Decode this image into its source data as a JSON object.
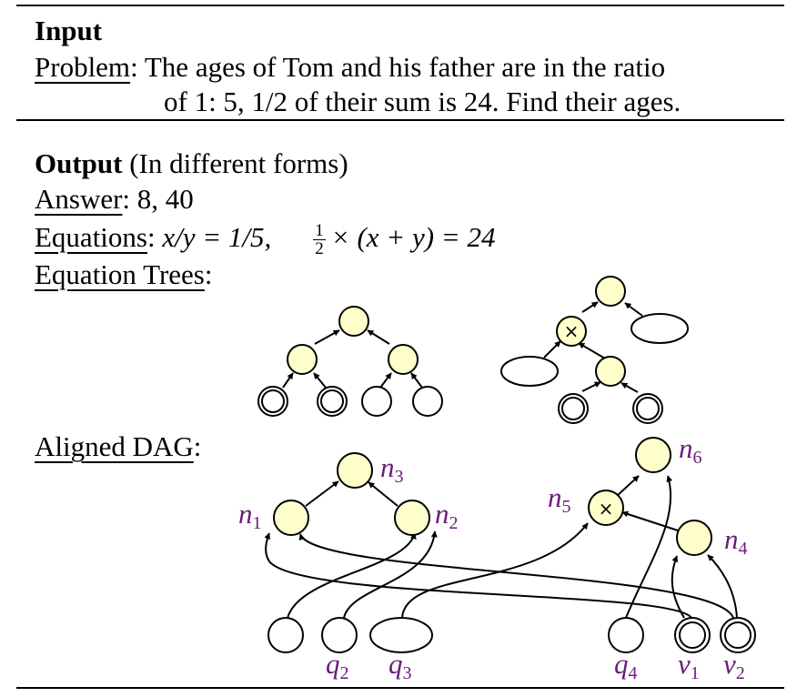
{
  "input": {
    "heading": "Input",
    "problem_label": "Problem",
    "problem_line1": "The ages of Tom and his father are in the ratio",
    "problem_line2": "of 1: 5, 1/2 of their sum is 24. Find their ages."
  },
  "output": {
    "heading": "Output",
    "heading_note": "(In different forms)",
    "answer_label": "Answer",
    "answer_value": "8, 40",
    "equations_label": "Equations",
    "eq1": "x/y = 1/5,",
    "eq2_num": "1",
    "eq2_den": "2",
    "eq2_rest": "× (x + y) = 24",
    "trees_label": "Equation Trees",
    "dag_label": "Aligned DAG"
  },
  "dag": {
    "n1": "n",
    "n1_sub": "1",
    "n2": "n",
    "n2_sub": "2",
    "n3": "n",
    "n3_sub": "3",
    "n4": "n",
    "n4_sub": "4",
    "n5": "n",
    "n5_sub": "5",
    "n6": "n",
    "n6_sub": "6",
    "q2": "q",
    "q2_sub": "2",
    "q3": "q",
    "q3_sub": "3",
    "q4": "q",
    "q4_sub": "4",
    "v1": "v",
    "v1_sub": "1",
    "v2": "v",
    "v2_sub": "2",
    "times_op": "×"
  }
}
